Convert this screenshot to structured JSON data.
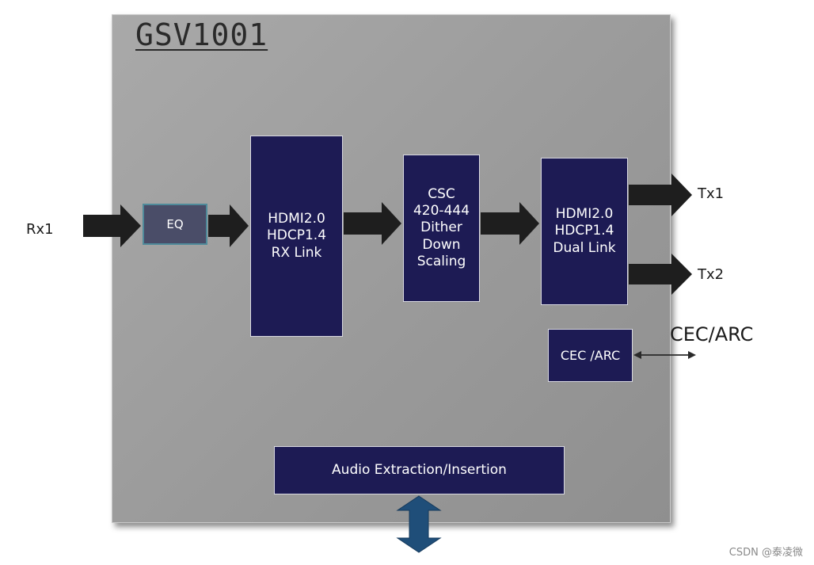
{
  "diagram": {
    "chip_title": "GSV1001",
    "blocks": {
      "eq": "EQ",
      "rx_link": "HDMI2.0\nHDCP1.4\nRX Link",
      "csc": "CSC\n420-444\nDither\nDown\nScaling",
      "tx_link": "HDMI2.0\nHDCP1.4\nDual Link",
      "cec": "CEC /ARC",
      "audio": "Audio Extraction/Insertion"
    },
    "labels": {
      "rx1": "Rx1",
      "tx1": "Tx1",
      "tx2": "Tx2",
      "cec_arc": "CEC/ARC"
    },
    "arrows": [
      {
        "id": "rx1-to-eq",
        "direction": "right"
      },
      {
        "id": "eq-to-rx-link",
        "direction": "right"
      },
      {
        "id": "rx-link-to-csc",
        "direction": "right"
      },
      {
        "id": "csc-to-tx-link",
        "direction": "right"
      },
      {
        "id": "tx-link-to-tx1",
        "direction": "right"
      },
      {
        "id": "tx-link-to-tx2",
        "direction": "right"
      },
      {
        "id": "cec-bidirectional",
        "direction": "both"
      },
      {
        "id": "audio-bidirectional",
        "direction": "up-down"
      }
    ],
    "colors": {
      "block_fill": "#1d1b54",
      "eq_fill": "#4a4d68",
      "chip_fill": "#a0a0a0",
      "arrow_fill": "#1e1e1e",
      "audio_arrow_fill": "#1f4e79"
    }
  },
  "watermark": "CSDN @泰凌微"
}
